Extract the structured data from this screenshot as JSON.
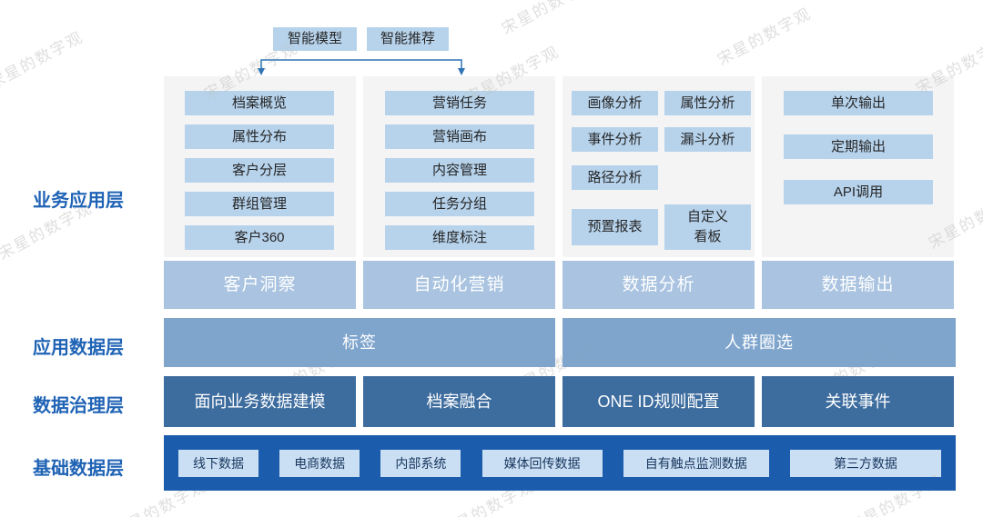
{
  "watermark": {
    "text": "宋星的数字观"
  },
  "intelligence": {
    "model_label": "智能模型",
    "recommend_label": "智能推荐"
  },
  "business_layer": {
    "label": "业务应用层",
    "columns": [
      {
        "header": "客户洞察",
        "items": [
          "档案概览",
          "属性分布",
          "客户分层",
          "群组管理",
          "客户360"
        ]
      },
      {
        "header": "自动化营销",
        "items": [
          "营销任务",
          "营销画布",
          "内容管理",
          "任务分组",
          "维度标注"
        ]
      },
      {
        "header": "数据分析",
        "items": [
          "画像分析",
          "属性分析",
          "事件分析",
          "漏斗分析",
          "路径分析",
          "预置报表",
          "自定义\n看板"
        ]
      },
      {
        "header": "数据输出",
        "items": [
          "单次输出",
          "定期输出",
          "API调用"
        ]
      }
    ]
  },
  "app_data_layer": {
    "label": "应用数据层",
    "items": [
      "标签",
      "人群圈选"
    ]
  },
  "governance_layer": {
    "label": "数据治理层",
    "items": [
      "面向业务数据建模",
      "档案融合",
      "ONE ID规则配置",
      "关联事件"
    ]
  },
  "base_layer": {
    "label": "基础数据层",
    "items": [
      "线下数据",
      "电商数据",
      "内部系统",
      "媒体回传数据",
      "自有触点监测数据",
      "第三方数据"
    ]
  },
  "colors": {
    "label_blue": "#1f63b5",
    "item_light_blue": "#b7d3ec",
    "column_bg": "#f4f4f4",
    "header_blue": "#a9c3e0",
    "app_row_blue": "#7fa5cd",
    "governance_blue": "#3d6c9e",
    "base_band_blue": "#1b5cac",
    "base_item_blue": "#cbdff4",
    "arrow_blue": "#2e74b5"
  }
}
